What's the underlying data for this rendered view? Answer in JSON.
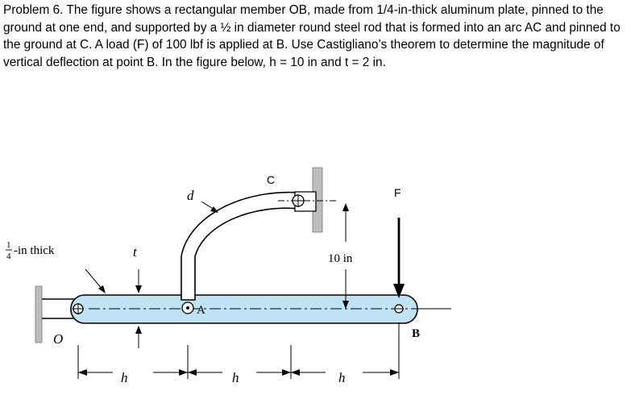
{
  "problem": {
    "text": "Problem 6. The figure shows a rectangular member OB, made from 1/4-in-thick aluminum plate, pinned to the ground at one end, and supported by a ½ in diameter round steel rod that is formed into an arc AC and pinned to the ground at C. A load (F) of 100 lbf is applied at B. Use Castigliano’s theorem to determine the magnitude of vertical deflection at point B. In the figure below, h = 10 in and t = 2 in."
  },
  "figure": {
    "label_thick_frac": "1",
    "label_thick_den": "4",
    "label_thick_text": "-in thick",
    "label_t": "t",
    "label_d": "d",
    "label_C": "C",
    "label_F": "F",
    "label_10in": "10 in",
    "label_A": "A",
    "label_O": "O",
    "label_B": "B",
    "label_h": "h",
    "colors": {
      "bar_fill": "#bfe3f5",
      "rod_fill": "#ffffff",
      "ground": "#c0c0c0",
      "line": "#000000"
    }
  }
}
